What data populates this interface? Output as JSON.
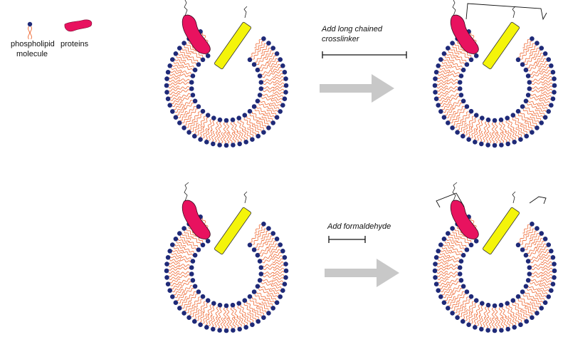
{
  "legend": {
    "phospholipid_label_line1": "phospholipid",
    "phospholipid_label_line2": "molecule",
    "protein_label": "proteins"
  },
  "steps": [
    {
      "caption_line1": "Add long chained",
      "caption_line2": "crosslinker"
    },
    {
      "caption_line1": "Add formaldehyde",
      "caption_line2": ""
    }
  ],
  "colors": {
    "head": "#1f2a78",
    "tail": "#f07848",
    "protein_pink": "#e8125f",
    "protein_yellow": "#f4f40a",
    "arrow": "#c8c8c8",
    "line": "#111111"
  }
}
